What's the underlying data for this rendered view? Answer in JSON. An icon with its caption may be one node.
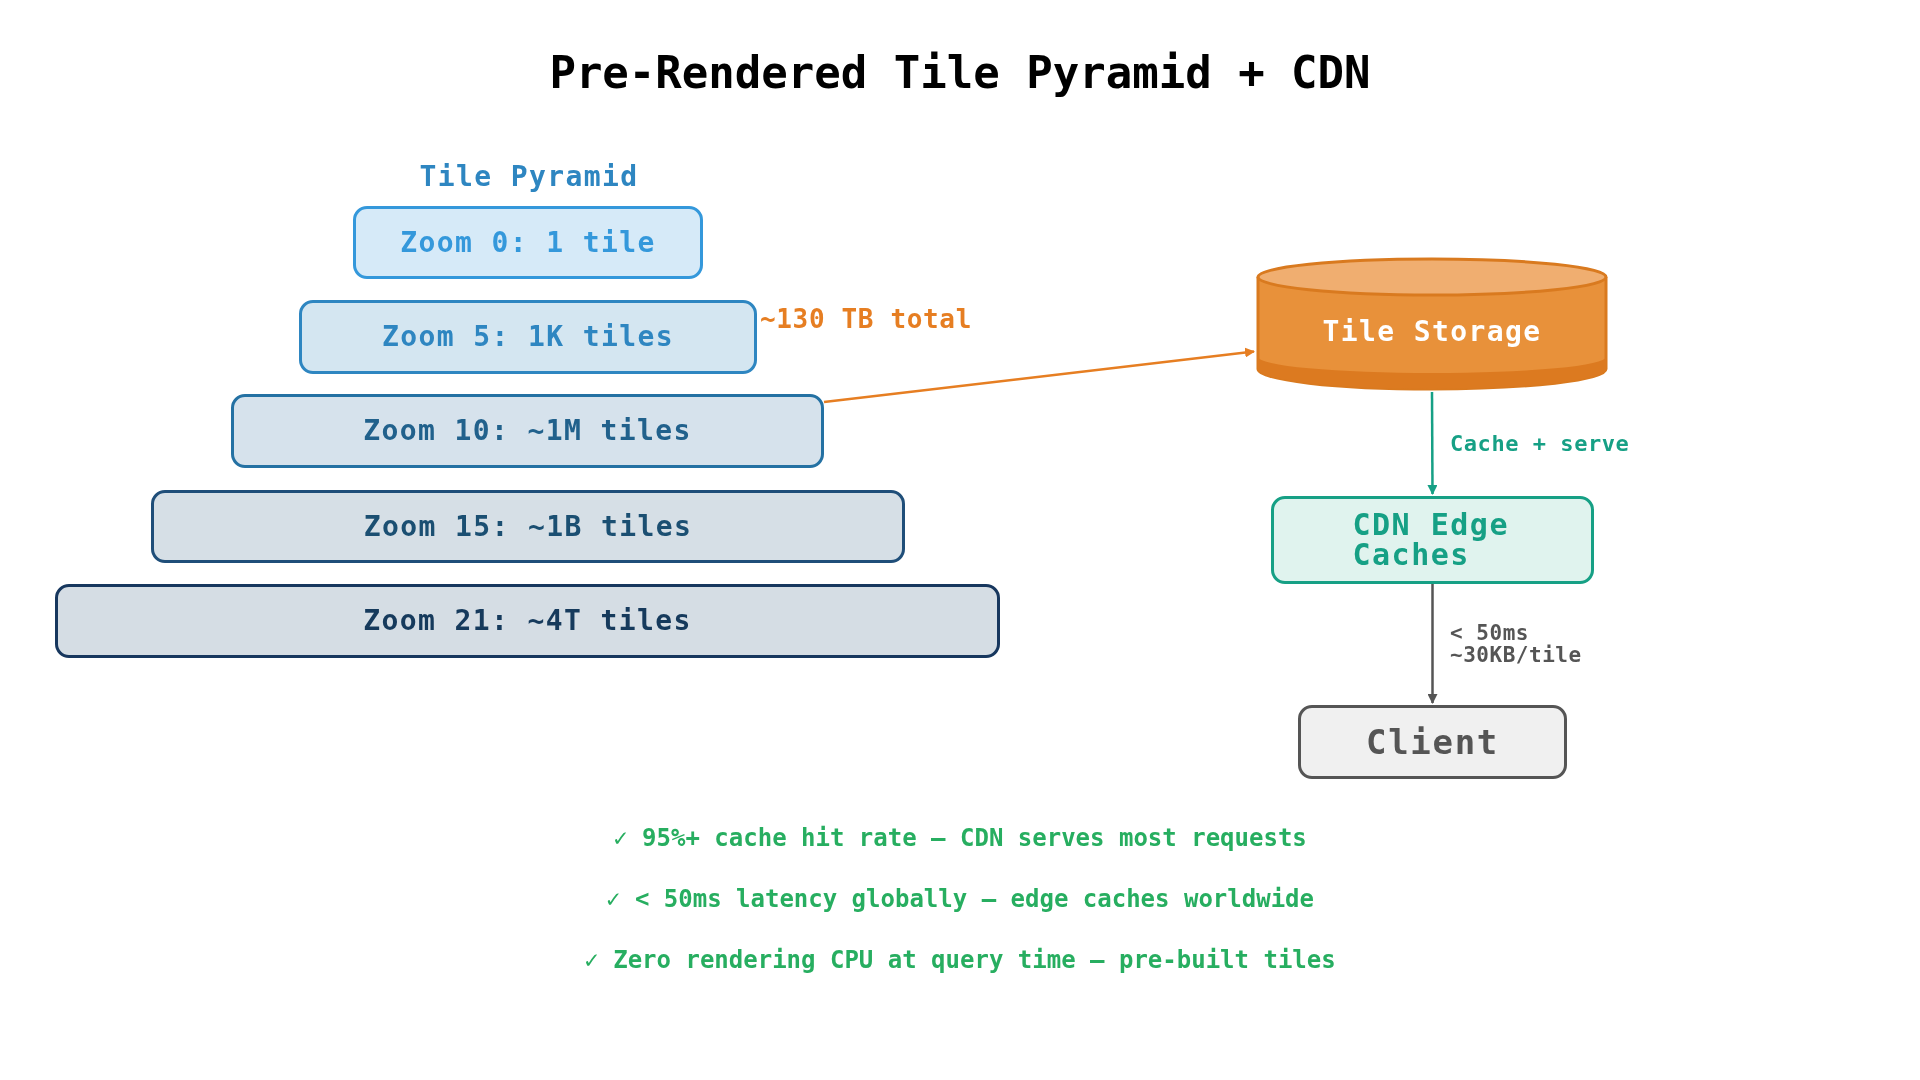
{
  "diagram": {
    "title": "Pre-Rendered Tile Pyramid + CDN",
    "nodes": [
      {
        "text": [
          "Zoom 0: 1 tile"
        ]
      },
      {
        "text": [
          "Zoom 5: 1K tiles"
        ]
      },
      {
        "text": [
          "Zoom 10: ~1M tiles"
        ]
      },
      {
        "text": [
          "Zoom 15: ~1B tiles"
        ]
      },
      {
        "text": [
          "Zoom 21: ~4T tiles"
        ]
      },
      {
        "text": [
          "Tile Storage"
        ]
      },
      {
        "text": [
          "CDN Edge Caches"
        ]
      },
      {
        "text": [
          "Client"
        ]
      }
    ],
    "edges": [
      {
        "from": 2,
        "to": 5,
        "arrow": "to",
        "label": "~130 TB total",
        "color": "#e67e22"
      },
      {
        "from": 5,
        "to": 6,
        "arrow": "to",
        "label": "Cache + serve",
        "color": "#16a085"
      },
      {
        "from": 6,
        "to": 7,
        "arrow": "to",
        "label": "< 50ms ~30KB/tile",
        "color": "#555555"
      }
    ],
    "labels": [
      "Tile Pyramid",
      "✓ 95%+ cache hit rate — CDN serves most requests",
      "✓ < 50ms latency globally — edge caches worldwide",
      "✓ Zero rendering CPU at query time — pre-built tiles"
    ]
  }
}
